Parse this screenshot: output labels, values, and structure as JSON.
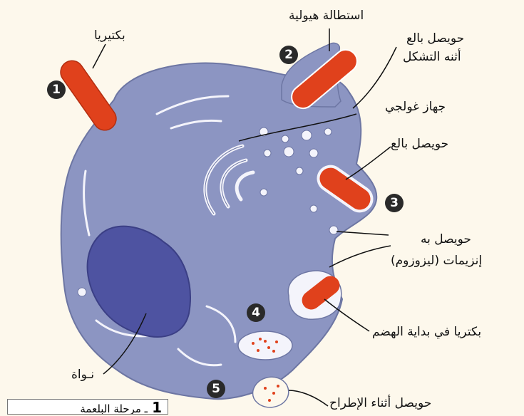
{
  "labels": {
    "bacteria": "بكتيريا",
    "cytoplasmic_extension": "استطالة هيولية",
    "vesicle_forming_l1": "حويصل بالع",
    "vesicle_forming_l2": "أثنه التشكل",
    "golgi": "جهاز غولجي",
    "phagocytic_vesicle": "حويصل بالع",
    "lysosome_l1": "حويصل به",
    "lysosome_l2": "إنزيمات (ليزوزوم)",
    "digestion_start": "بكتريا في بداية الهضم",
    "nucleus": "نـواة",
    "excretion_vesicle": "حويصل أثناء الإطراح"
  },
  "steps": [
    "1",
    "2",
    "3",
    "4",
    "5"
  ],
  "caption": {
    "number": "1",
    "text": "ـ مرحلة البلعمة"
  },
  "colors": {
    "cell": "#8c95c2",
    "cell_edge": "#6d76a3",
    "nucleus": "#4e53a1",
    "bacteria": "#e0411c",
    "vesicle_halo": "#f4f4fb",
    "background": "#fdf8ec"
  }
}
